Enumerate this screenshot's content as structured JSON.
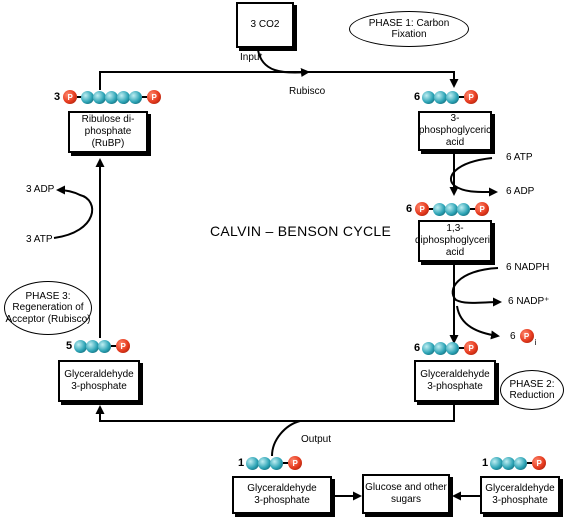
{
  "diagram": {
    "title": "CALVIN – BENSON CYCLE",
    "boxes": {
      "co2": "3 CO2",
      "rubp": "Ribulose di-\nphosphate (RuBP)",
      "pga": "3-phosphoglyceric\nacid",
      "bpga": "1,3-\ndiphosphoglyceric\nacid",
      "g3p_left": "Glyceraldehyde\n3-phosphate",
      "g3p_right": "Glyceraldehyde\n3-phosphate",
      "g3p_bottom_left": "Glyceraldehyde\n3-phosphate",
      "glucose": "Glucose and other\nsugars",
      "g3p_bottom_right": "Glyceraldehyde\n3-phosphate"
    },
    "phases": {
      "phase1": "PHASE 1: Carbon Fixation",
      "phase2": "PHASE 2:\nReduction",
      "phase3": "PHASE 3:\nRegeneration of\nAcceptor (Rubisco)"
    },
    "labels": {
      "input": "Input",
      "rubisco": "Rubisco",
      "output": "Output",
      "atp_in": "6 ATP",
      "adp_out": "6 ADP",
      "nadph_in": "6 NADPH",
      "nadp_out": "6 NADP⁺",
      "pi_count": "6",
      "pi_symbol": "P",
      "pi_sub": "i",
      "atp3": "3 ATP",
      "adp3": "3 ADP"
    },
    "molecules": {
      "rubp": {
        "count": "3",
        "phosphate": "P",
        "carbons": 5,
        "left_phosphate": true,
        "right_phosphate": true
      },
      "pga": {
        "count": "6",
        "phosphate": "P",
        "carbons": 3,
        "left_phosphate": false,
        "right_phosphate": true
      },
      "bpga": {
        "count": "6",
        "phosphate": "P",
        "carbons": 3,
        "left_phosphate": true,
        "right_phosphate": true
      },
      "g3p_left": {
        "count": "5",
        "phosphate": "P",
        "carbons": 3,
        "left_phosphate": false,
        "right_phosphate": true
      },
      "g3p_right": {
        "count": "6",
        "phosphate": "P",
        "carbons": 3,
        "left_phosphate": false,
        "right_phosphate": true
      },
      "g3p_bottom_left": {
        "count": "1",
        "phosphate": "P",
        "carbons": 3,
        "left_phosphate": false,
        "right_phosphate": true
      },
      "g3p_bottom_right": {
        "count": "1",
        "phosphate": "P",
        "carbons": 3,
        "left_phosphate": false,
        "right_phosphate": true
      }
    },
    "colors": {
      "carbon": "#2ba3b5",
      "phosphate": "#e5391d",
      "stroke": "#000000"
    }
  }
}
